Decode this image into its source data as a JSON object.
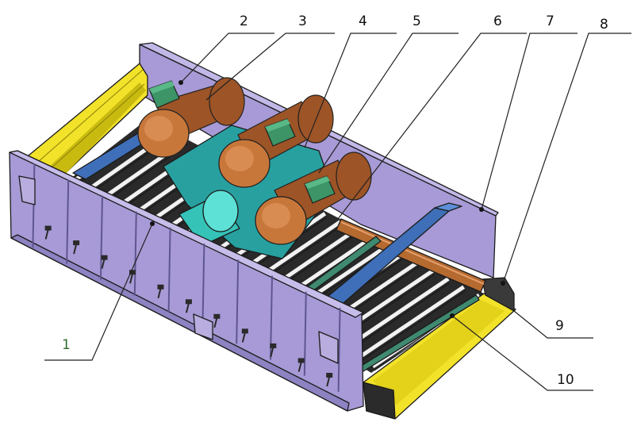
{
  "diagram": {
    "labels": [
      {
        "id": "1",
        "text": "1"
      },
      {
        "id": "2",
        "text": "2"
      },
      {
        "id": "3",
        "text": "3"
      },
      {
        "id": "4",
        "text": "4"
      },
      {
        "id": "5",
        "text": "5"
      },
      {
        "id": "6",
        "text": "6"
      },
      {
        "id": "7",
        "text": "7"
      },
      {
        "id": "8",
        "text": "8"
      },
      {
        "id": "9",
        "text": "9"
      },
      {
        "id": "10",
        "text": "10"
      }
    ]
  },
  "colors": {
    "frame": "#a79ad6",
    "frame_dark": "#7f74b4",
    "feed_plate": "#f2e22a",
    "motor": "#c8773a",
    "motor_dark": "#9d5426",
    "motor_box": "#3c9467",
    "mount_plate": "#28a0a0",
    "beam": "#3f6fb8",
    "screen_slat": "#f2f2f2",
    "screen_bar": "#3f8a70",
    "roller": "#b56a30",
    "cylinder": "#35c3b8"
  }
}
